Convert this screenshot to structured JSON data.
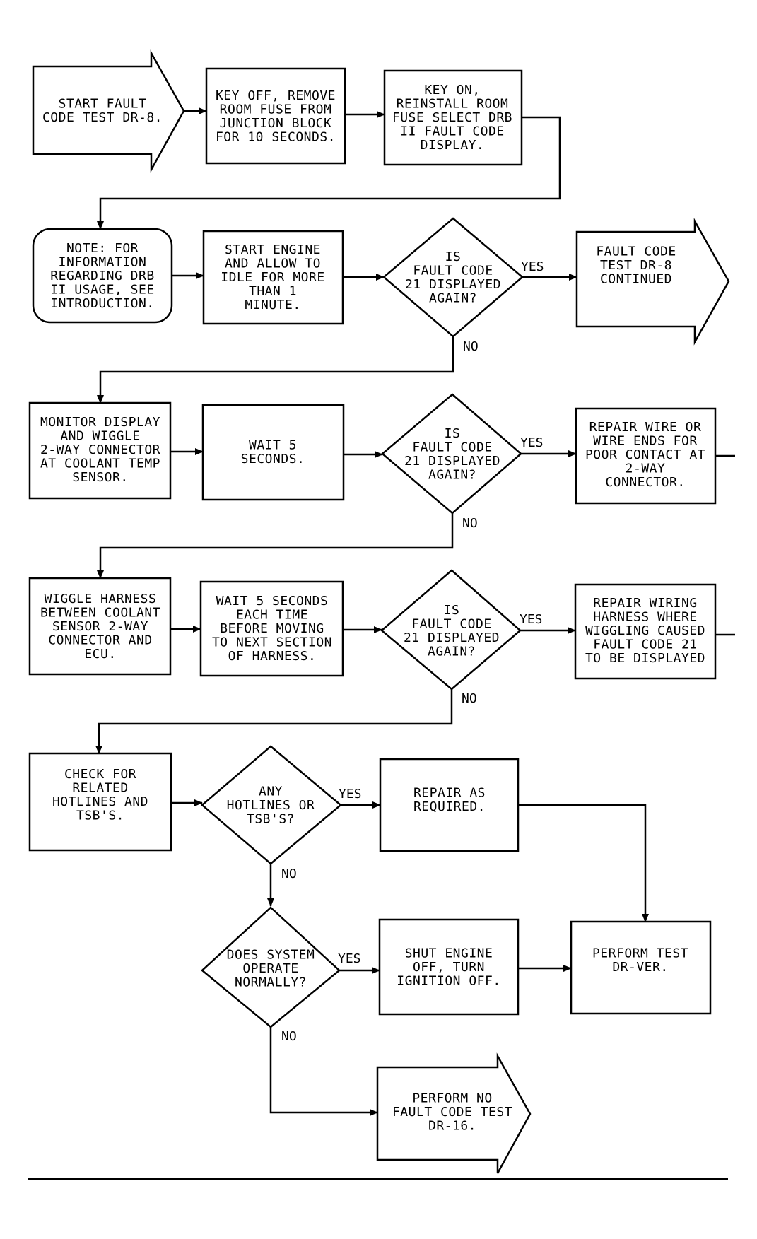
{
  "nodes": {
    "start": {
      "lines": [
        "START FAULT",
        "CODE TEST DR-8."
      ]
    },
    "key_off": {
      "lines": [
        "KEY OFF, REMOVE",
        "ROOM FUSE FROM",
        "JUNCTION BLOCK",
        "FOR 10 SECONDS."
      ]
    },
    "key_on": {
      "lines": [
        "KEY ON,",
        "REINSTALL ROOM",
        "FUSE SELECT DRB",
        "II FAULT CODE",
        "DISPLAY."
      ]
    },
    "note": {
      "lines": [
        "NOTE: FOR",
        "INFORMATION",
        "REGARDING DRB",
        "II USAGE, SEE",
        "INTRODUCTION."
      ]
    },
    "start_engine": {
      "lines": [
        "START ENGINE",
        "AND ALLOW TO",
        "IDLE FOR MORE",
        "THAN 1",
        "MINUTE."
      ]
    },
    "decision_1": {
      "lines": [
        "IS",
        "FAULT CODE",
        "21 DISPLAYED",
        "AGAIN?"
      ]
    },
    "continued": {
      "lines": [
        "FAULT CODE",
        "TEST DR-8",
        "CONTINUED"
      ]
    },
    "monitor": {
      "lines": [
        "MONITOR DISPLAY",
        "AND WIGGLE",
        "2-WAY CONNECTOR",
        "AT COOLANT TEMP",
        "SENSOR."
      ]
    },
    "wait_1": {
      "lines": [
        "WAIT 5",
        "SECONDS."
      ]
    },
    "decision_2": {
      "lines": [
        "IS",
        "FAULT CODE",
        "21 DISPLAYED",
        "AGAIN?"
      ]
    },
    "repair_wire": {
      "lines": [
        "REPAIR WIRE OR",
        "WIRE ENDS FOR",
        "POOR CONTACT AT",
        "2-WAY",
        "CONNECTOR."
      ]
    },
    "wiggle": {
      "lines": [
        "WIGGLE HARNESS",
        "BETWEEN COOLANT",
        "SENSOR 2-WAY",
        "CONNECTOR AND",
        "ECU."
      ]
    },
    "wait_2": {
      "lines": [
        "WAIT 5 SECONDS",
        "EACH TIME",
        "BEFORE MOVING",
        "TO NEXT SECTION",
        "OF HARNESS."
      ]
    },
    "decision_3": {
      "lines": [
        "IS",
        "FAULT CODE",
        "21 DISPLAYED",
        "AGAIN?"
      ]
    },
    "repair_harness": {
      "lines": [
        "REPAIR WIRING",
        "HARNESS WHERE",
        "WIGGLING CAUSED",
        "FAULT CODE 21",
        "TO BE DISPLAYED"
      ]
    },
    "check": {
      "lines": [
        "CHECK FOR",
        "RELATED",
        "HOTLINES AND",
        "TSB'S."
      ]
    },
    "decision_4": {
      "lines": [
        "ANY",
        "HOTLINES OR",
        "TSB'S?"
      ]
    },
    "repair_req": {
      "lines": [
        "REPAIR AS",
        "REQUIRED."
      ]
    },
    "decision_5": {
      "lines": [
        "DOES SYSTEM",
        "OPERATE",
        "NORMALLY?"
      ]
    },
    "shut": {
      "lines": [
        "SHUT ENGINE",
        "OFF, TURN",
        "IGNITION OFF."
      ]
    },
    "perform_ver": {
      "lines": [
        "PERFORM TEST",
        "DR-VER."
      ]
    },
    "perform_no": {
      "lines": [
        "PERFORM NO",
        "FAULT CODE TEST",
        "DR-16."
      ]
    }
  },
  "branch_labels": {
    "yes": "YES",
    "no": "NO"
  }
}
